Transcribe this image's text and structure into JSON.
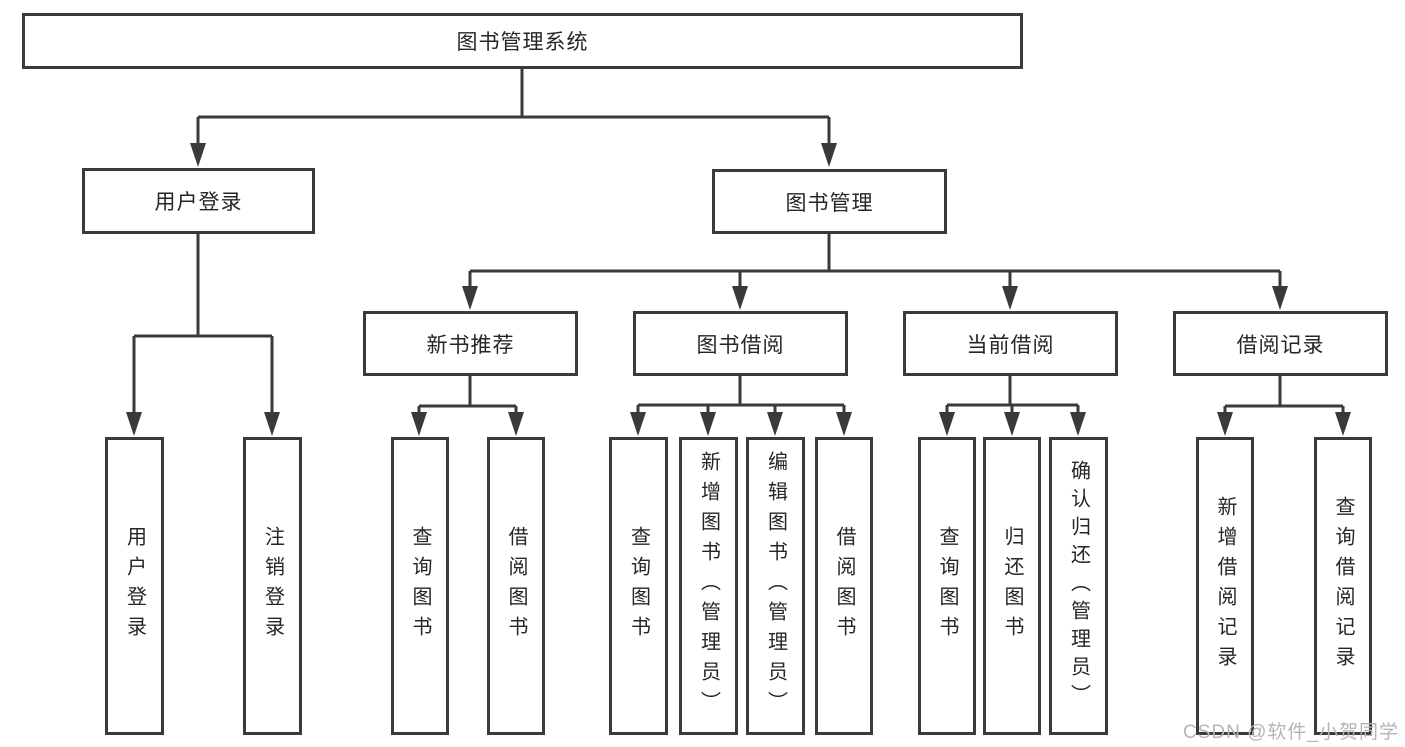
{
  "colors": {
    "line": "#3a3a3a",
    "text": "#262626",
    "watermark": "#b5b5b5",
    "background": "#ffffff"
  },
  "nodes": {
    "root": "图书管理系统",
    "user_login": "用户登录",
    "book_management": "图书管理",
    "new_book_recommend": "新书推荐",
    "book_borrow": "图书借阅",
    "current_borrow": "当前借阅",
    "borrow_records": "借阅记录",
    "leaf_user_login": "用户登录",
    "leaf_logout": "注销登录",
    "leaf_rec_query_books": "查询图书",
    "leaf_rec_borrow_books": "借阅图书",
    "leaf_bb_query_books": "查询图书",
    "leaf_bb_add_books": "新增图书（管理员）",
    "leaf_bb_edit_books": "编辑图书（管理员）",
    "leaf_bb_borrow_books": "借阅图书",
    "leaf_cb_query_books": "查询图书",
    "leaf_cb_return_books": "归还图书",
    "leaf_cb_confirm_return": "确认归还（管理员）",
    "leaf_br_add_record": "新增借阅记录",
    "leaf_br_query_record": "查询借阅记录"
  },
  "watermark": "CSDN @软件_小贺同学"
}
